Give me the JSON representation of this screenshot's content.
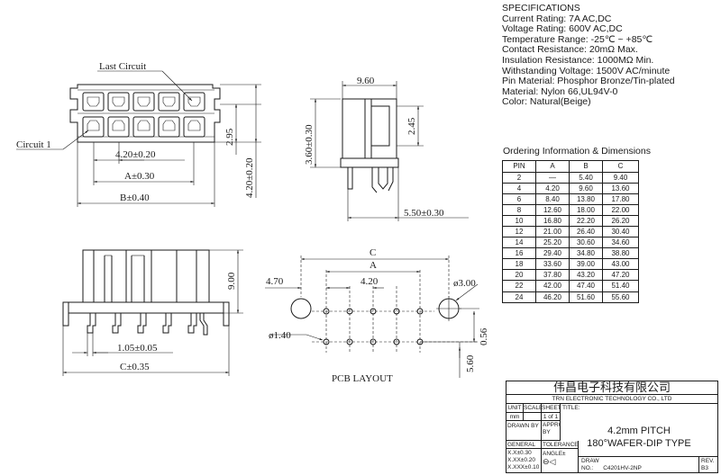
{
  "specs": {
    "title": "SPECIFICATIONS",
    "lines": [
      "Current Rating: 7A AC,DC",
      "Voltage Rating: 600V AC,DC",
      "Temperature Range: -25℃ ~ +85℃",
      "Contact Resistance: 20mΩ Max.",
      "Insulation Resistance: 1000MΩ Min.",
      "Withstanding Voltage: 1500V AC/minute",
      "Pin Material: Phosphor Bronze/Tin-plated",
      "Material: Nylon 66,UL94V-0",
      "Color: Natural(Beige)"
    ]
  },
  "ordering": {
    "title": "Ordering Information & Dimensions",
    "headers": [
      "PIN",
      "A",
      "B",
      "C"
    ],
    "rows": [
      [
        "2",
        "—",
        "5.40",
        "9.40"
      ],
      [
        "4",
        "4.20",
        "9.60",
        "13.60"
      ],
      [
        "6",
        "8.40",
        "13.80",
        "17.80"
      ],
      [
        "8",
        "12.60",
        "18.00",
        "22.00"
      ],
      [
        "10",
        "16.80",
        "22.20",
        "26.20"
      ],
      [
        "12",
        "21.00",
        "26.40",
        "30.40"
      ],
      [
        "14",
        "25.20",
        "30.60",
        "34.60"
      ],
      [
        "16",
        "29.40",
        "34.80",
        "38.80"
      ],
      [
        "18",
        "33.60",
        "39.00",
        "43.00"
      ],
      [
        "20",
        "37.80",
        "43.20",
        "47.20"
      ],
      [
        "22",
        "42.00",
        "47.40",
        "51.40"
      ],
      [
        "24",
        "46.20",
        "51.60",
        "55.60"
      ]
    ]
  },
  "front_view": {
    "last_circuit": "Last Circuit",
    "circuit_1": "Circuit 1",
    "dim_pitch": "4.20±0.20",
    "dim_a": "A±0.30",
    "dim_b": "B±0.40",
    "dim_height": "4.20±0.20",
    "dim_2_95": "2.95"
  },
  "side_view": {
    "dim_9_60": "9.60",
    "dim_3_60": "3.60±0.30",
    "dim_2_45": "2.45",
    "dim_5_50": "5.50±0.30"
  },
  "bottom_view": {
    "dim_9_00": "9.00",
    "dim_1_05": "1.05±0.05",
    "dim_c": "C±0.35"
  },
  "pcb": {
    "label": "PCB LAYOUT",
    "dim_c": "C",
    "dim_a": "A",
    "dim_4_70": "4.70",
    "dim_4_20": "4.20",
    "dim_hole_large": "ø3.00",
    "dim_hole_small": "ø1.40",
    "dim_0_56": "0.56",
    "dim_5_60": "5.60"
  },
  "title_block": {
    "company_cn": "伟昌电子科技有限公司",
    "company_en": "TRN ELECTRONIC TECHNOLOGY CO., LTD",
    "unit_label": "UNIT",
    "scale_label": "SCALE",
    "sheet_label": "SHEET",
    "title_label": "TITLE:",
    "unit_value": "mm",
    "sheet_value": "1 of 1",
    "drawn_by": "DRAWN BY",
    "approved_by": "APPROVED BY",
    "title_line1": "4.2mm PITCH",
    "title_line2": "180°WAFER-DIP TYPE",
    "general_label": "GENERAL",
    "tolerance_label": "TOLERANCE",
    "angle_label": "ANGLE±",
    "tol1": "X.X±0.30",
    "tol2": "X.XX±0.20",
    "tol3": "X.XXX±0.10",
    "draw_label": "DRAW",
    "no_label": "NO.:",
    "draw_no": "C4201HV-2NP",
    "rev_label": "REV.",
    "rev_value": "B3"
  }
}
